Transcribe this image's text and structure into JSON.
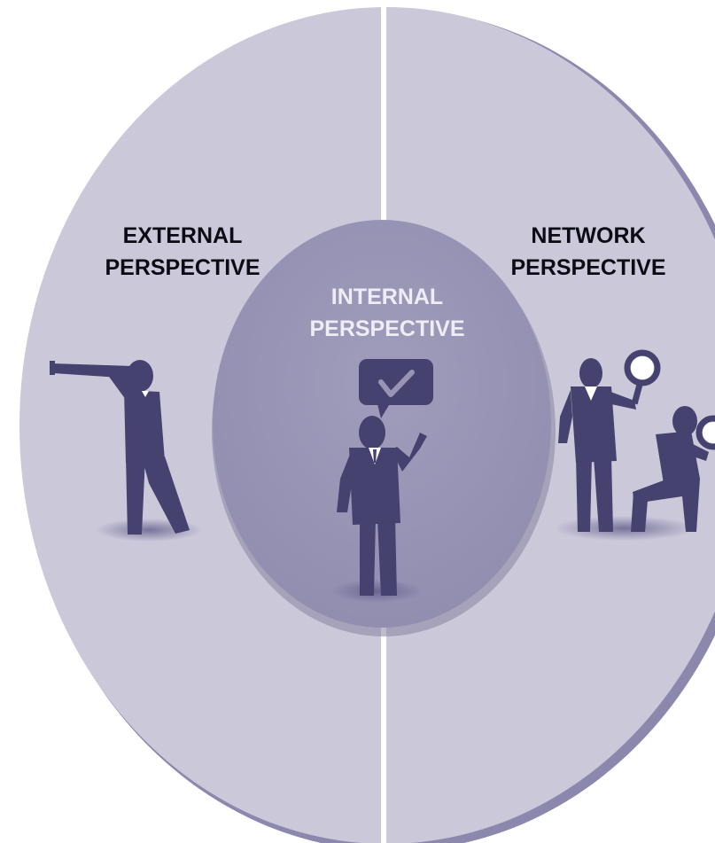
{
  "sections": {
    "external": {
      "line1": "EXTERNAL",
      "line2": "PERSPECTIVE",
      "figure_icon": "person-with-telescope-icon"
    },
    "network": {
      "line1": "NETWORK",
      "line2": "PERSPECTIVE",
      "figure_icon": "people-with-magnifying-glass-icon"
    },
    "internal": {
      "line1": "INTERNAL",
      "line2": "PERSPECTIVE",
      "figure_icon": "person-with-checkmark-speech-bubble-icon"
    }
  },
  "colors": {
    "outer_fill": "#cbc8da",
    "outer_shadow": "#8c88ad",
    "inner_fill": "#9894b4",
    "figure": "#45426f",
    "divider": "#ffffff",
    "label_dark": "#0b0b14",
    "label_light": "#eeedf5"
  }
}
